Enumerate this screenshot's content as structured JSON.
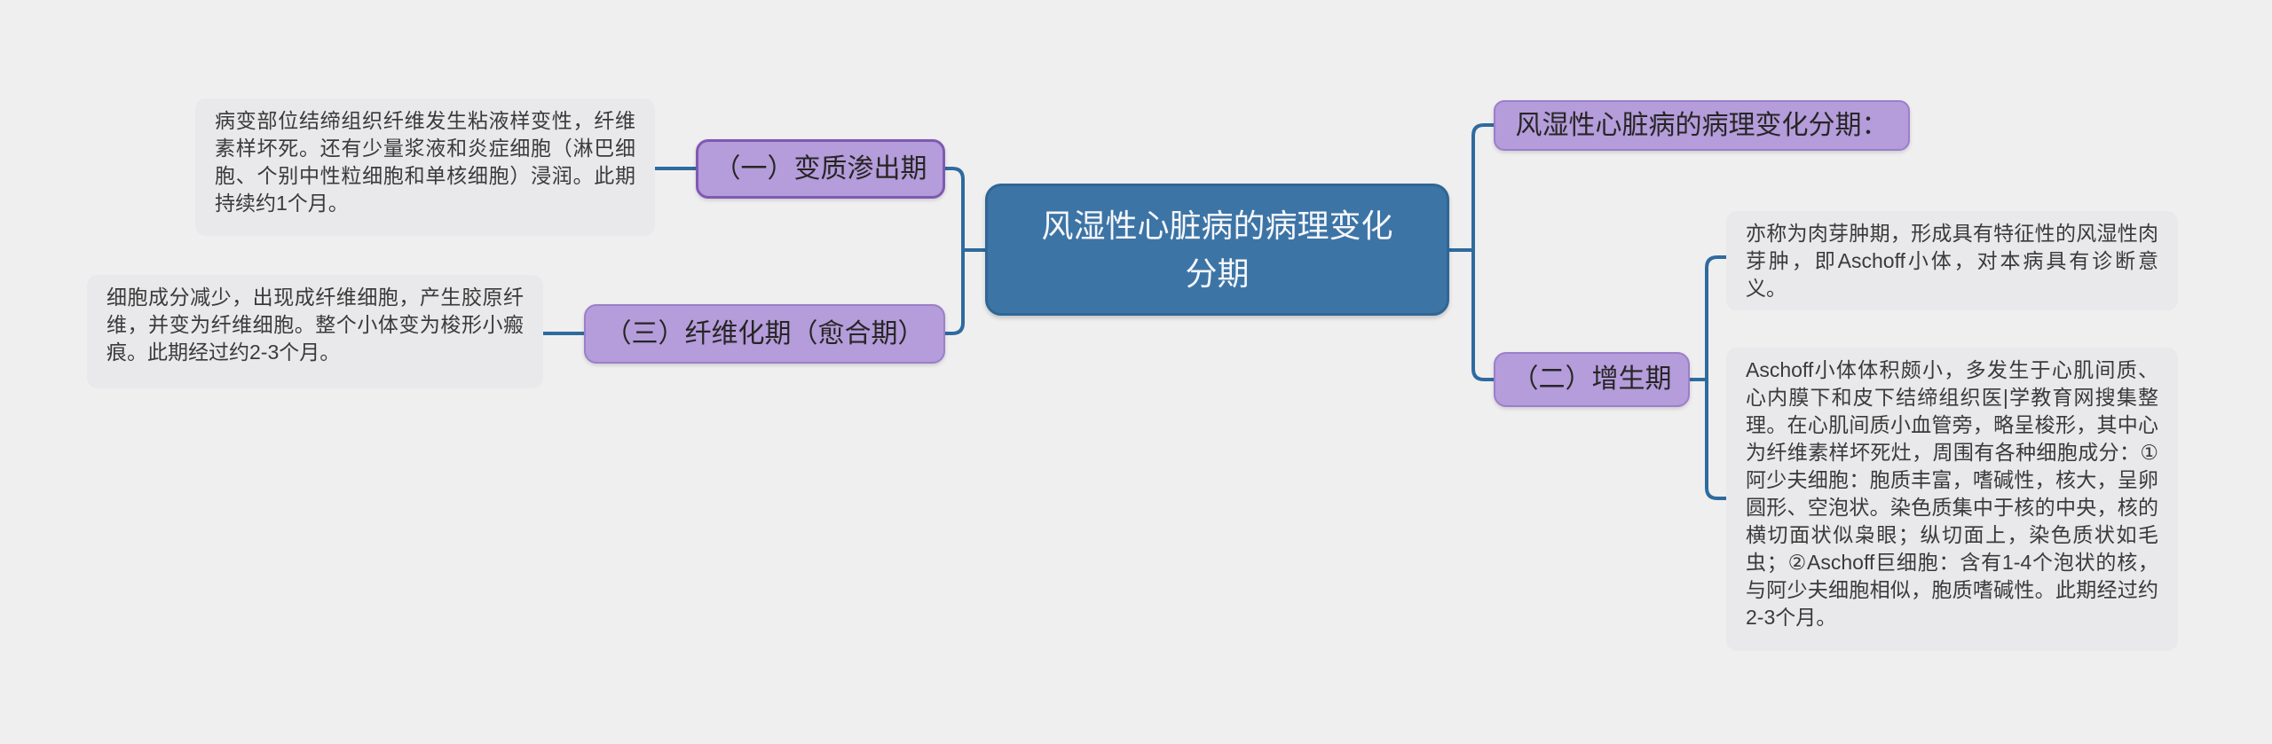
{
  "root": {
    "label": "风湿性心脏病的病理变化分期"
  },
  "branches": {
    "stage1": {
      "label": "（一）变质渗出期"
    },
    "stage3": {
      "label": "（三）纤维化期（愈合期）"
    },
    "heading": {
      "label": "风湿性心脏病的病理变化分期："
    },
    "stage2": {
      "label": "（二）增生期"
    }
  },
  "notes": {
    "stage1": "病变部位结缔组织纤维发生粘液样变性，纤维素样坏死。还有少量浆液和炎症细胞（淋巴细胞、个别中性粒细胞和单核细胞）浸润。此期持续约1个月。",
    "stage3": "细胞成分减少，出现成纤维细胞，产生胶原纤维，并变为纤维细胞。整个小体变为梭形小瘢痕。此期经过约2-3个月。",
    "stage2_summary": "亦称为肉芽肿期，形成具有特征性的风湿性肉芽肿，即Aschoff小体，对本病具有诊断意义。",
    "stage2_detail": "Aschoff小体体积颇小，多发生于心肌间质、心内膜下和皮下结缔组织医|学教育网搜集整理。在心肌间质小血管旁，略呈梭形，其中心为纤维素样坏死灶，周围有各种细胞成分：①阿少夫细胞：胞质丰富，嗜碱性，核大，呈卵圆形、空泡状。染色质集中于核的中央，核的横切面状似枭眼；纵切面上，染色质状如毛虫；②Aschoff巨细胞：含有1-4个泡状的核，与阿少夫细胞相似，胞质嗜碱性。此期经过约2-3个月。"
  },
  "colors": {
    "background": "#f0eff0",
    "root_fill": "#3d74a6",
    "root_border": "#2f6694",
    "root_text": "#f5f7fa",
    "branch_fill": "#b59cda",
    "branch_border": "#9b7fc9",
    "branch_selected_border": "#7e5ab3",
    "branch_text": "#262626",
    "note_fill": "#e9e8ea",
    "note_text": "#3a3a3a",
    "connector": "#2e6b9e"
  }
}
